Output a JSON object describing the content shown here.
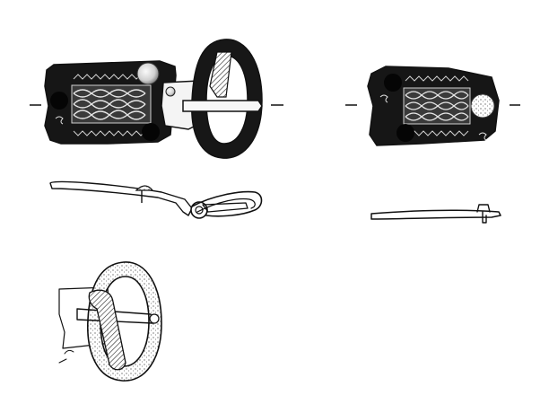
{
  "plate": {
    "background": "#ffffff",
    "ink": "#111111",
    "figures": [
      {
        "name": "buckle-front-view",
        "icon": "buckle-with-plate-icon"
      },
      {
        "name": "plate-front-view",
        "icon": "belt-plate-icon"
      },
      {
        "name": "buckle-side-profile",
        "icon": "buckle-profile-icon"
      },
      {
        "name": "plate-side-profile",
        "icon": "plate-profile-icon"
      },
      {
        "name": "buckle-oblique-view",
        "icon": "buckle-loop-icon"
      }
    ]
  }
}
